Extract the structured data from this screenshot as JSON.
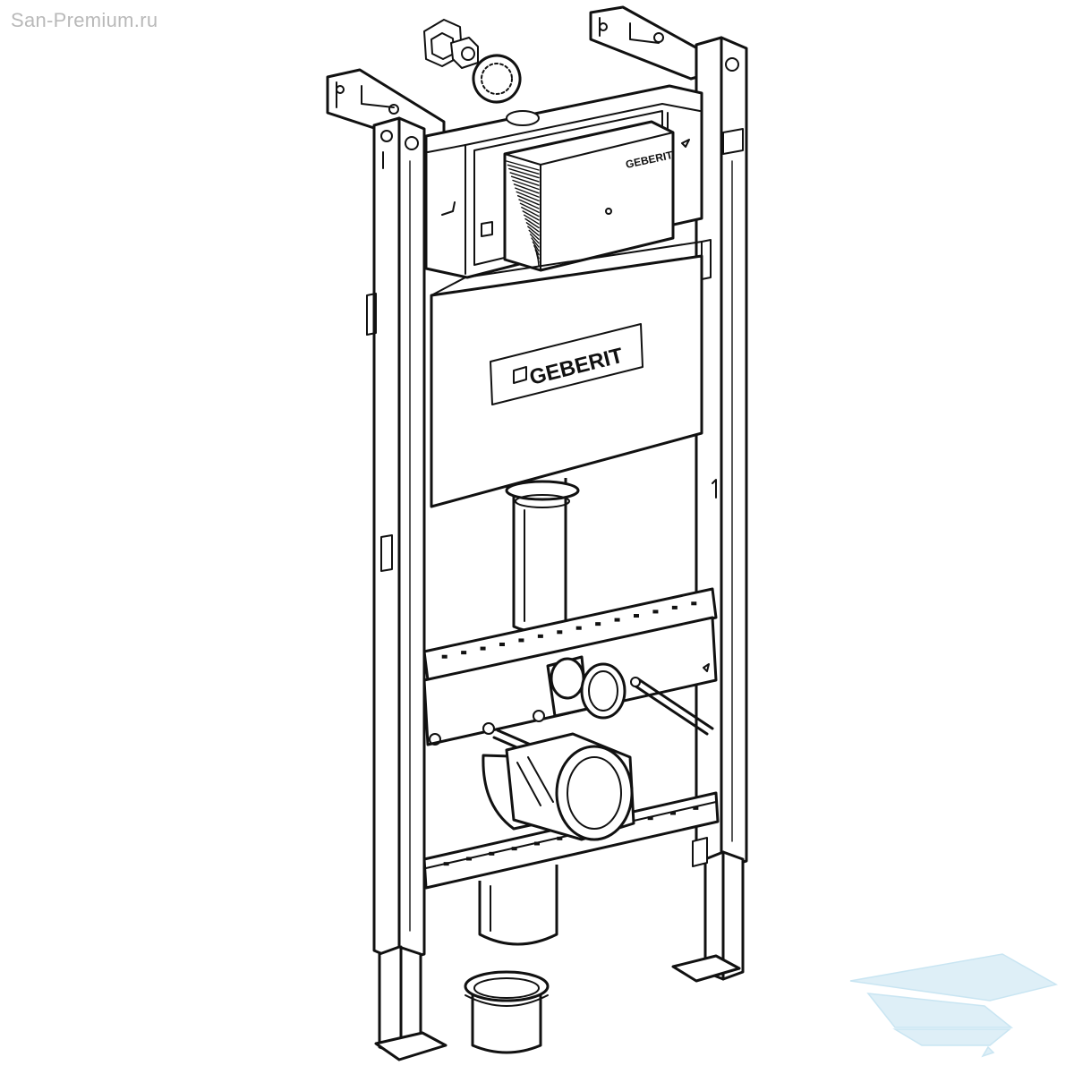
{
  "watermark": {
    "site": "San-Premium.ru",
    "logo_icon": "bathtub-wave-icon",
    "logo_color": "#cfe8f4"
  },
  "product": {
    "brand_front": "GEBERIT",
    "brand_cistern": "GEBERIT",
    "line_color": "#111111"
  }
}
